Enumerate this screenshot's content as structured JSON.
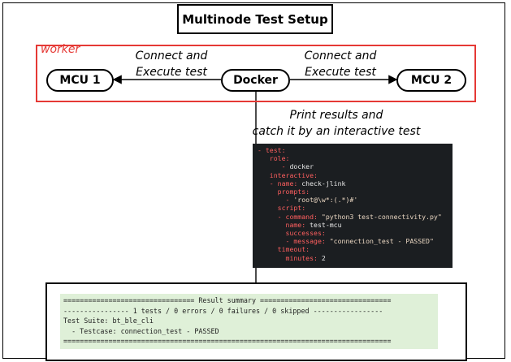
{
  "title": "Multinode Test Setup",
  "worker_label": "worker",
  "nodes": {
    "mcu1": "MCU 1",
    "docker": "Docker",
    "mcu2": "MCU 2"
  },
  "edges": {
    "left_line1": "Connect and",
    "left_line2": "Execute test",
    "right_line1": "Connect and",
    "right_line2": "Execute test",
    "print_line1": "Print results and",
    "print_line2": "catch it by an interactive test"
  },
  "yaml": {
    "l1_dash": "- ",
    "l1_key": "test:",
    "l2_key": "role:",
    "l3_dash": "- ",
    "l3_val": "docker",
    "l4_key": "interactive:",
    "l5_dash": "- ",
    "l5_key": "name:",
    "l5_val": "check-jlink",
    "l6_key": "prompts:",
    "l7_dash": "- ",
    "l7_val": "'root@\\w*:(.*)#'",
    "l8_key": "script:",
    "l9_dash": "- ",
    "l9_key": "command:",
    "l9_val": "\"python3 test-connectivity.py\"",
    "l10_key": "name:",
    "l10_val": "test-mcu",
    "l11_key": "successes:",
    "l12_dash": "- ",
    "l12_key": "message:",
    "l12_val": "\"connection_test - PASSED\"",
    "l13_key": "timeout:",
    "l14_key": "minutes:",
    "l14_val": "2"
  },
  "summary": {
    "line1": "================================ Result summary ================================",
    "line2": "---------------- 1 tests / 0 errors / 0 failures / 0 skipped -----------------",
    "line3": "Test Suite: bt_ble_cli",
    "line4": "  - Testcase: connection_test - PASSED",
    "line5": "================================================================================"
  }
}
